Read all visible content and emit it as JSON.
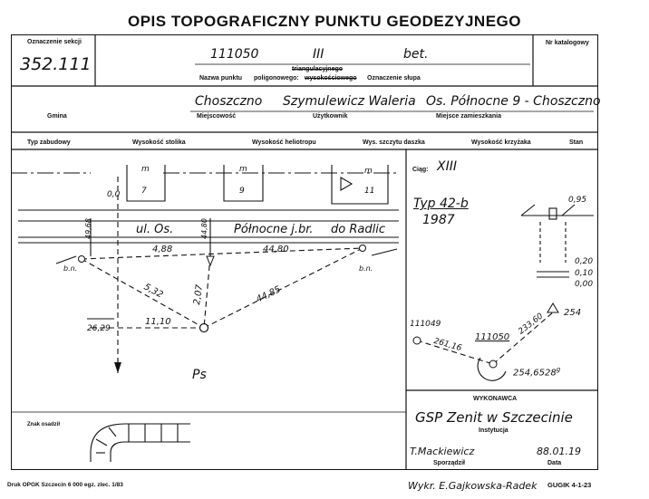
{
  "title": "OPIS TOPOGRAFICZNY PUNKTU GEODEZYJNEGO",
  "header": {
    "oznaczenie_sekcji_label": "Oznaczenie sekcji",
    "oznaczenie_sekcji_value": "352.111",
    "nr_katalogowy_label": "Nr katalogowy",
    "nazwa_punktu_label": "Nazwa punktu",
    "nazwa_punktu_value": "111050",
    "class_value": "III",
    "material_value": "bet.",
    "triangulacyjnego": "triangulacyjnego",
    "poligonowego": "poligonowego:",
    "wysokosciowego": "wysokościowego",
    "oznaczenie_slupa_label": "Oznaczenie słupa"
  },
  "owner": {
    "gmina_label": "Gmina",
    "gmina_value": "Choszczno",
    "miejscowosc_label": "Miejscowość",
    "uzytkownik_label": "Użytkownik",
    "uzytkownik_value": "Szymulewicz Waleria",
    "zamieszkanie_label": "Miejsce zamieszkania",
    "zamieszkanie_value": "Os. Północne 9 - Choszczno"
  },
  "columns": [
    "Typ zabudowy",
    "Wysokość stolika",
    "Wysokość heliotropu",
    "Wys. szczytu daszka",
    "Wysokość krzyżaka",
    "Stan"
  ],
  "sketch": {
    "street1": "ul. Os.",
    "street2": "Północne j.br.",
    "street3": "do Radlic",
    "buildings": [
      {
        "top": "m",
        "bottom": "7"
      },
      {
        "top": "m",
        "bottom": "9"
      },
      {
        "top": "m",
        "bottom": "11"
      }
    ],
    "dims": [
      "0,0",
      "49,68",
      "4,88",
      "44,80",
      "44,80",
      "5,32",
      "2,07",
      "44,85",
      "11,10",
      "26,29"
    ],
    "bn_left": "b.n.",
    "bn_right": "b.n.",
    "ps": "Ps",
    "znak_label": "Znak osadził"
  },
  "ciag": {
    "label": "Ciąg:",
    "value": "XIII",
    "typ": "Typ 42-b",
    "year": "1987",
    "depths": [
      "0,95",
      "0,20",
      "0,10",
      "0,00"
    ]
  },
  "network": {
    "p1": "111049",
    "p2": "111050",
    "p3": "254",
    "d1": "261,16",
    "d2": "233,60",
    "angle": "254,6528",
    "angle_unit": "g"
  },
  "wykonawca": {
    "label": "WYKONAWCA",
    "value": "GSP Zenit w Szczecinie",
    "instytucja": "Instytucja",
    "sporzadzil_value": "T.Mackiewicz",
    "sporzadzil_label": "Sporządził",
    "data_value": "88.01.19",
    "data_label": "Data"
  },
  "footer": {
    "druk": "Druk OPGK Szczecin 6 000 egz. zlec. 1/83",
    "wykreslil": "Wykr. E.Gajkowska-Radek",
    "code": "GUGIK 4-1-23"
  }
}
